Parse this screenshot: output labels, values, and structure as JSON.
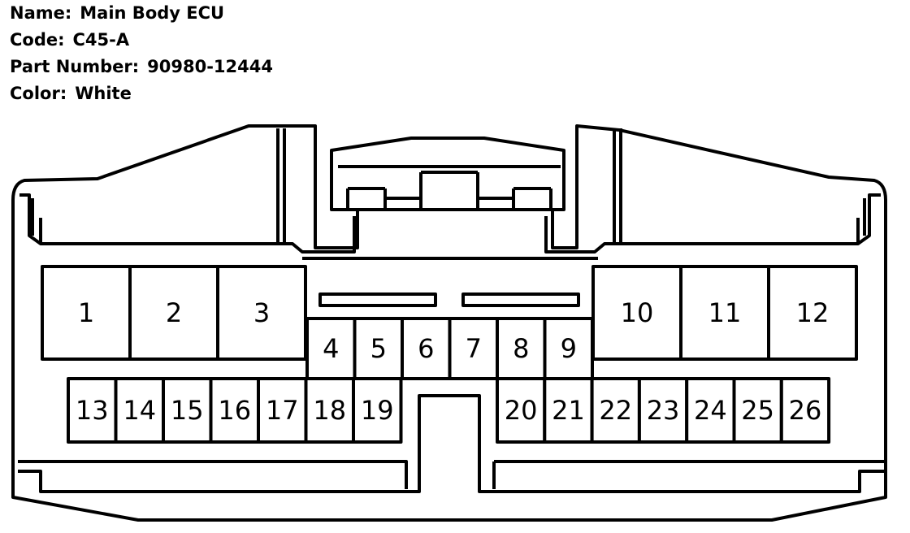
{
  "info": {
    "name_label": "Name:",
    "name_value": "Main Body ECU",
    "code_label": "Code:",
    "code_value": "C45-A",
    "part_label": "Part Number:",
    "part_value": "90980-12444",
    "color_label": "Color:",
    "color_value": "White"
  },
  "connector": {
    "line_color": "#000000",
    "fill_color": "#ffffff",
    "pins_large_left": [
      "1",
      "2",
      "3"
    ],
    "pins_large_right": [
      "10",
      "11",
      "12"
    ],
    "pins_middle": [
      "4",
      "5",
      "6",
      "7",
      "8",
      "9"
    ],
    "pins_bottom_left": [
      "13",
      "14",
      "15",
      "16",
      "17",
      "18",
      "19"
    ],
    "pins_bottom_right": [
      "20",
      "21",
      "22",
      "23",
      "24",
      "25",
      "26"
    ]
  }
}
